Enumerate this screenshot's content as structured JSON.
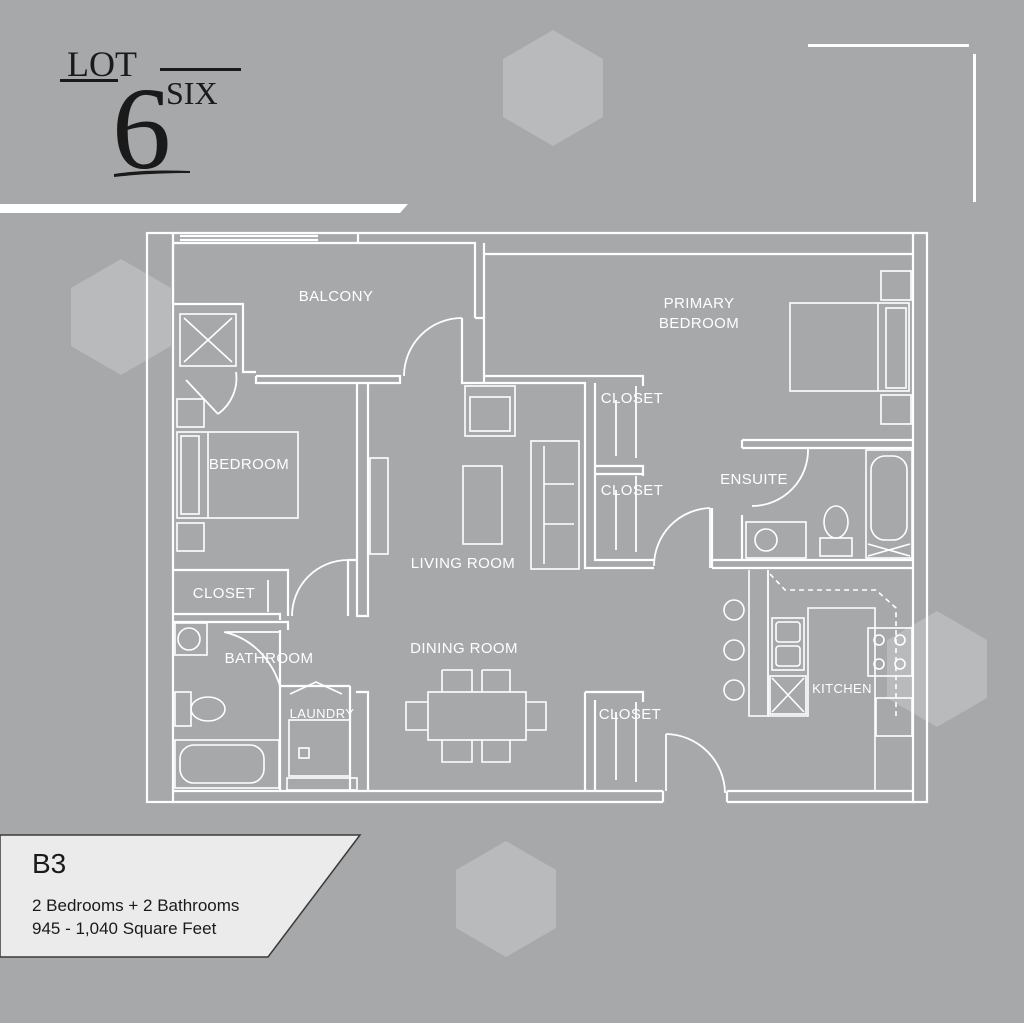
{
  "brand": {
    "logo_word_top": "LOT",
    "logo_numeral": "6",
    "logo_word_side": "SIX"
  },
  "rooms": {
    "balcony": "BALCONY",
    "primary_bedroom_line1": "PRIMARY",
    "primary_bedroom_line2": "BEDROOM",
    "closet_primary_top": "CLOSET",
    "closet_primary_bottom": "CLOSET",
    "ensuite": "ENSUITE",
    "bedroom": "BEDROOM",
    "living_room": "LIVING ROOM",
    "closet_bedroom": "CLOSET",
    "dining_room": "DINING ROOM",
    "bathroom": "BATHROOM",
    "laundry": "LAUNDRY",
    "closet_entry": "CLOSET",
    "kitchen": "KITCHEN"
  },
  "unit": {
    "code": "B3",
    "bedrooms_bathrooms": "2 Bedrooms + 2 Bathrooms",
    "square_feet": "945 - 1,040 Square Feet"
  },
  "colors": {
    "background": "#a7a8aa",
    "lines": "#ffffff",
    "card": "#ebebeb",
    "text_dark": "#1a1a1a"
  }
}
